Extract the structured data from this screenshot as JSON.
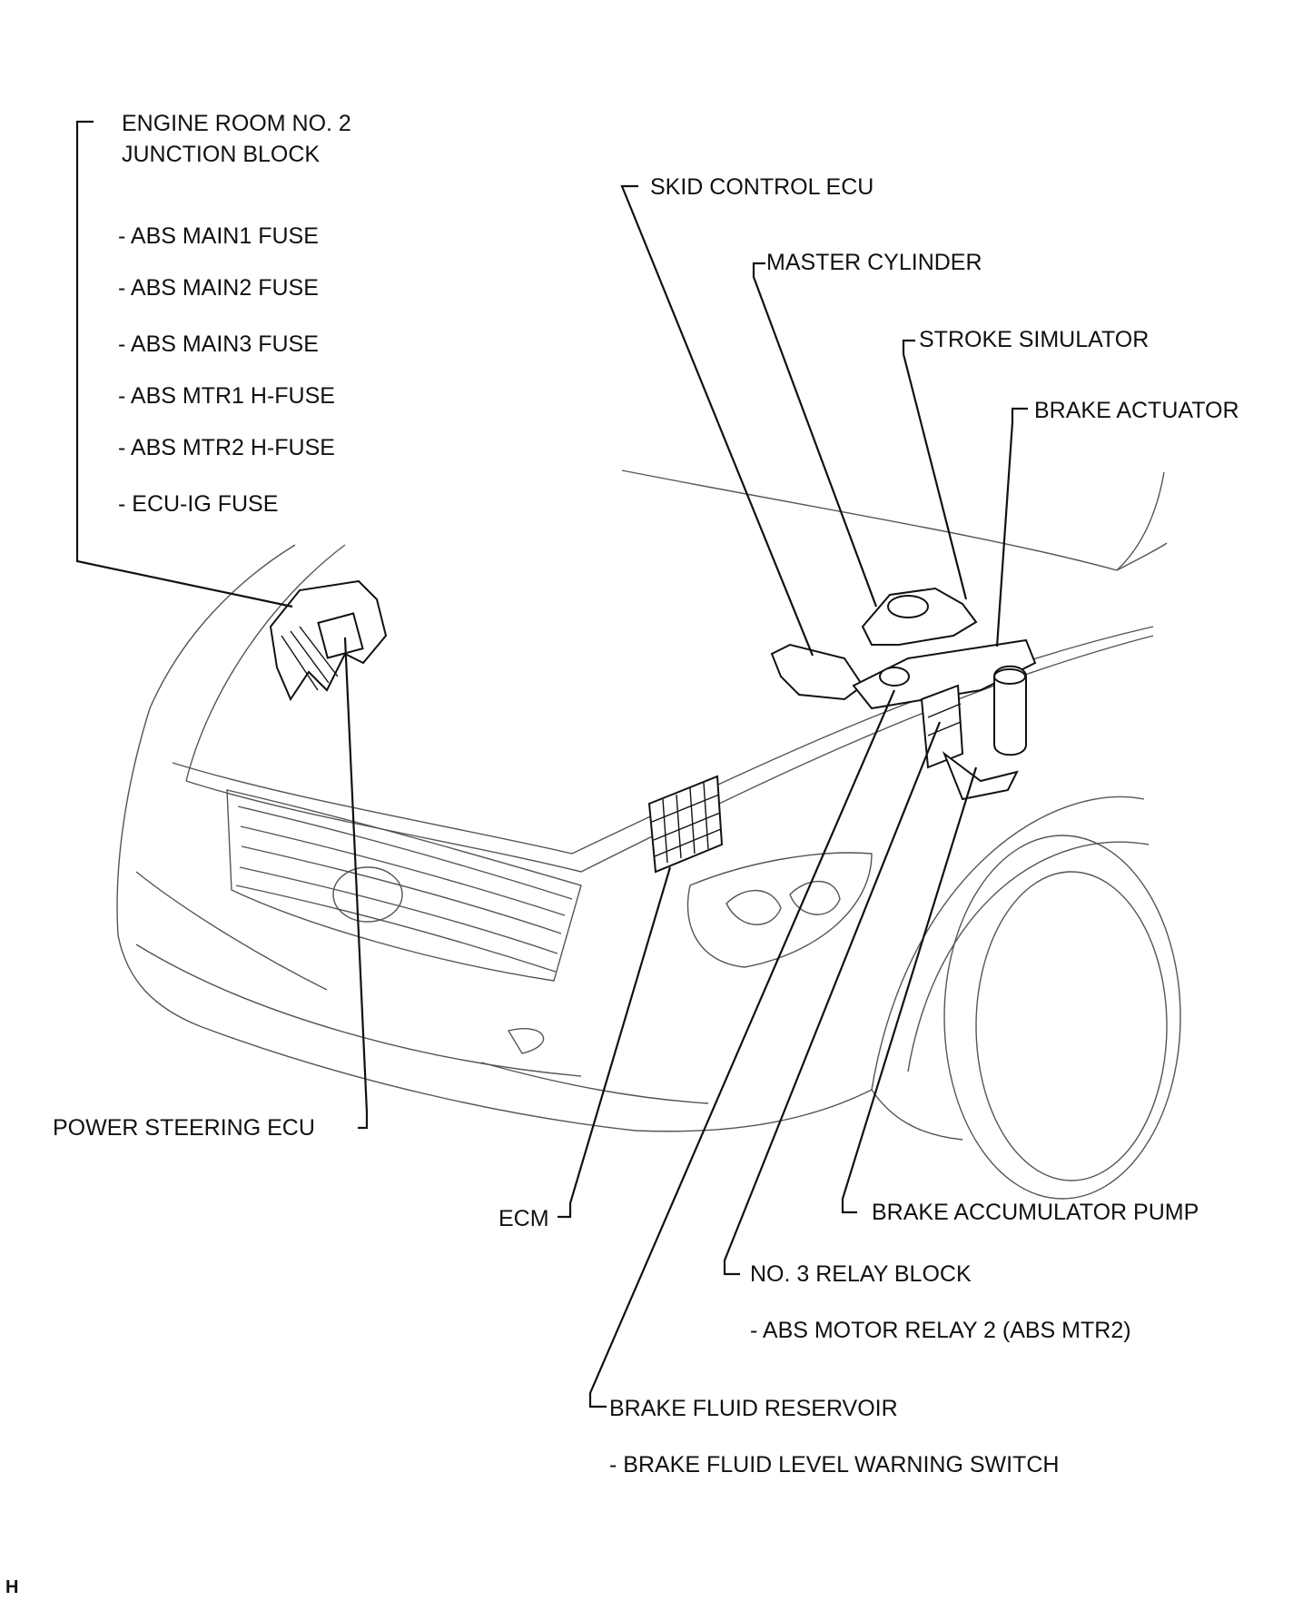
{
  "callouts": {
    "engine_room_junction": {
      "line1": "ENGINE ROOM NO. 2",
      "line2": "JUNCTION BLOCK"
    },
    "fuses": [
      "- ABS MAIN1 FUSE",
      "- ABS MAIN2 FUSE",
      "- ABS MAIN3 FUSE",
      "- ABS MTR1 H-FUSE",
      "- ABS MTR2 H-FUSE",
      "- ECU-IG FUSE"
    ],
    "skid_control_ecu": "SKID CONTROL ECU",
    "master_cylinder": "MASTER CYLINDER",
    "stroke_simulator": "STROKE SIMULATOR",
    "brake_actuator": "BRAKE ACTUATOR",
    "power_steering_ecu": "POWER STEERING ECU",
    "ecm": "ECM",
    "brake_accumulator_pump": "BRAKE ACCUMULATOR PUMP",
    "no3_relay_block": "NO. 3 RELAY BLOCK",
    "abs_motor_relay": "- ABS MOTOR RELAY 2 (ABS MTR2)",
    "brake_fluid_reservoir": "BRAKE FLUID RESERVOIR",
    "brake_fluid_switch": "- BRAKE FLUID LEVEL WARNING SWITCH"
  },
  "corner_mark": "H"
}
